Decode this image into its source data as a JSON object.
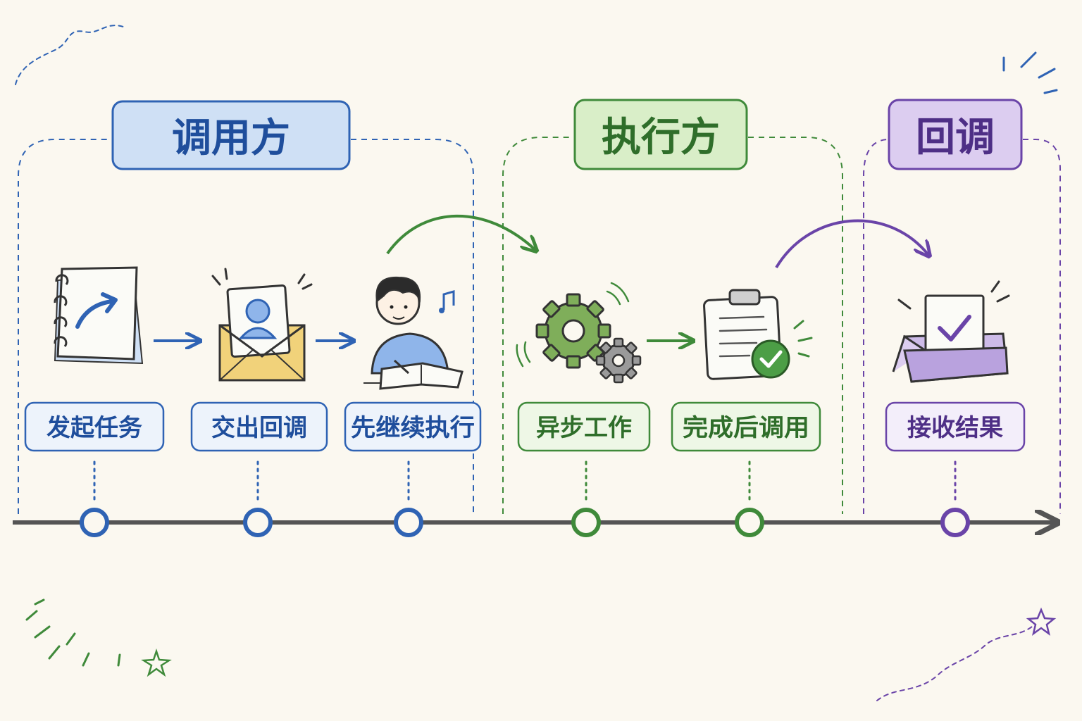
{
  "colors": {
    "background": "#fbf8f0",
    "caller": "#2f63b4",
    "caller_fill": "#cfe0f5",
    "executor": "#3f8a3a",
    "executor_fill": "#d9eec8",
    "callback": "#6a44a8",
    "callback_fill": "#dccdf0",
    "timeline": "#555555"
  },
  "phases": [
    {
      "title": "调用方",
      "color": "caller",
      "steps": [
        {
          "label": "发起任务",
          "icon": "notebook-arrow-icon"
        },
        {
          "label": "交出回调",
          "icon": "envelope-contact-icon"
        },
        {
          "label": "先继续执行",
          "icon": "student-writing-icon"
        }
      ]
    },
    {
      "title": "执行方",
      "color": "executor",
      "steps": [
        {
          "label": "异步工作",
          "icon": "gears-icon"
        },
        {
          "label": "完成后调用",
          "icon": "clipboard-check-icon"
        }
      ]
    },
    {
      "title": "回调",
      "color": "callback",
      "steps": [
        {
          "label": "接收结果",
          "icon": "result-box-icon"
        }
      ]
    }
  ]
}
